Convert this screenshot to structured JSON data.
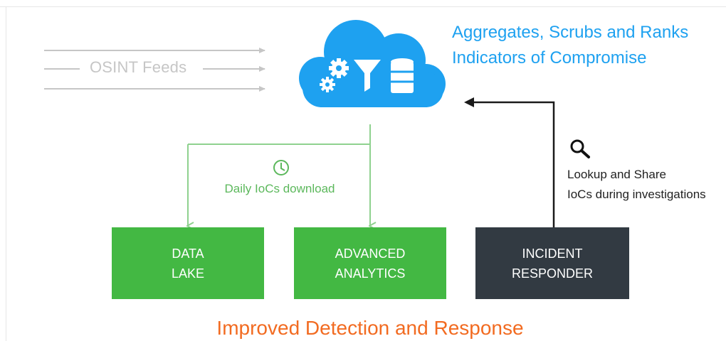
{
  "osint": {
    "label": "OSINT Feeds"
  },
  "cloud": {
    "title_line1": "Aggregates, Scrubs and Ranks",
    "title_line2": "Indicators of Compromise",
    "icons": [
      "gears-icon",
      "filter-icon",
      "database-icon"
    ]
  },
  "download": {
    "label": "Daily IoCs download",
    "icon": "clock-icon"
  },
  "lookup": {
    "line1": "Lookup and Share",
    "line2": "IoCs during investigations",
    "icon": "magnifier-icon"
  },
  "boxes": [
    {
      "line1": "DATA",
      "line2": "LAKE"
    },
    {
      "line1": "ADVANCED",
      "line2": "ANALYTICS"
    },
    {
      "line1": "INCIDENT",
      "line2": "RESPONDER"
    }
  ],
  "footer": {
    "text": "Improved Detection and Response"
  },
  "colors": {
    "cloud_blue": "#1ea1f0",
    "green_box": "#43b843",
    "green_line": "#8fd18f",
    "dark_box": "#323a42",
    "footer_orange": "#f26b21",
    "feed_gray": "#c6c6c6"
  }
}
